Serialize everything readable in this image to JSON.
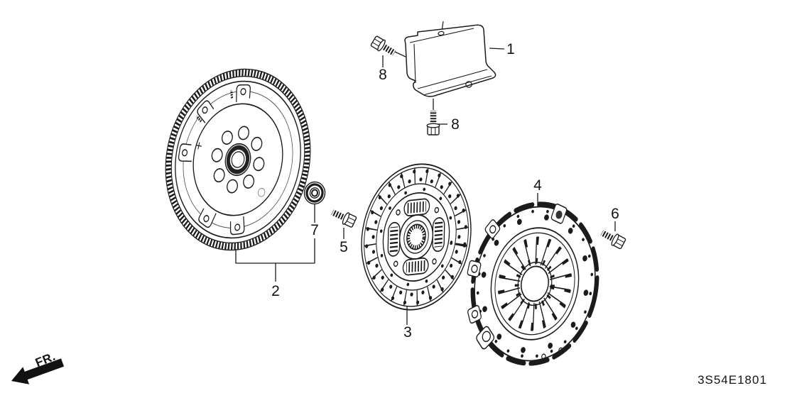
{
  "diagram": {
    "code": "3S54E1801",
    "fr_indicator": "FR.",
    "callouts": [
      {
        "part": "1"
      },
      {
        "part": "2"
      },
      {
        "part": "3"
      },
      {
        "part": "4"
      },
      {
        "part": "5"
      },
      {
        "part": "6"
      },
      {
        "part": "7"
      },
      {
        "part": "8"
      },
      {
        "part": "8"
      }
    ]
  }
}
